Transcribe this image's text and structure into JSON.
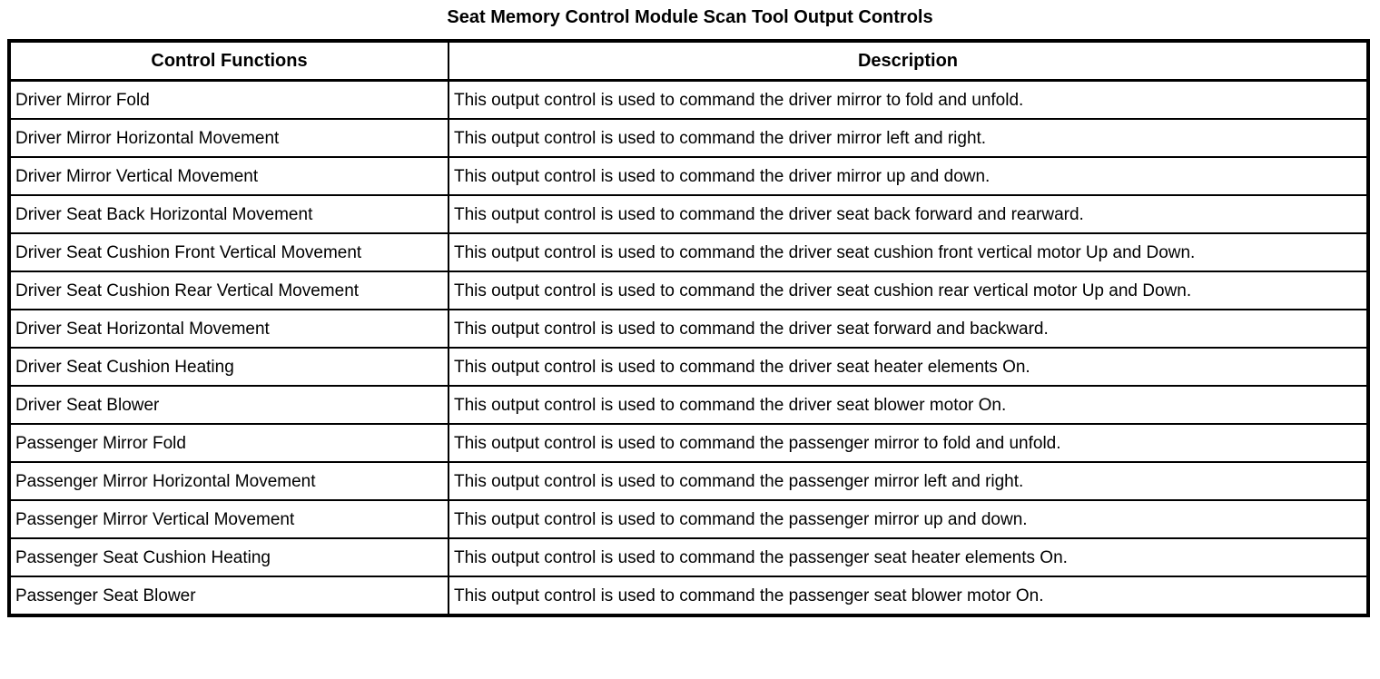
{
  "title": "Seat Memory Control Module Scan Tool Output Controls",
  "table": {
    "headers": [
      "Control Functions",
      "Description"
    ],
    "rows": [
      {
        "control": "Driver Mirror Fold",
        "description": "This output control is used to command the driver mirror to fold and unfold."
      },
      {
        "control": "Driver Mirror Horizontal Movement",
        "description": "This output control is used to command the driver mirror left and right."
      },
      {
        "control": "Driver Mirror Vertical Movement",
        "description": "This output control is used to command the driver mirror up and down."
      },
      {
        "control": "Driver Seat Back Horizontal Movement",
        "description": "This output control is used to command the driver seat back forward and rearward."
      },
      {
        "control": "Driver Seat Cushion Front Vertical Movement",
        "description": "This output control is used to command the driver seat cushion front vertical motor Up and Down."
      },
      {
        "control": "Driver Seat Cushion Rear Vertical Movement",
        "description": "This output control is used to command the driver seat cushion rear vertical motor Up and Down."
      },
      {
        "control": "Driver Seat Horizontal Movement",
        "description": "This output control is used to command the driver seat forward and backward."
      },
      {
        "control": "Driver Seat Cushion Heating",
        "description": "This output control is used to command the driver seat heater elements On."
      },
      {
        "control": "Driver Seat Blower",
        "description": "This output control is used to command the driver seat blower motor On."
      },
      {
        "control": "Passenger Mirror Fold",
        "description": "This output control is used to command the passenger mirror to fold and unfold."
      },
      {
        "control": "Passenger Mirror Horizontal Movement",
        "description": "This output control is used to command the passenger mirror left and right."
      },
      {
        "control": "Passenger Mirror Vertical Movement",
        "description": "This output control is used to command the passenger mirror up and down."
      },
      {
        "control": "Passenger Seat Cushion Heating",
        "description": "This output control is used to command the passenger seat heater elements On."
      },
      {
        "control": "Passenger Seat Blower",
        "description": "This output control is used to command the passenger seat blower motor On."
      }
    ]
  }
}
